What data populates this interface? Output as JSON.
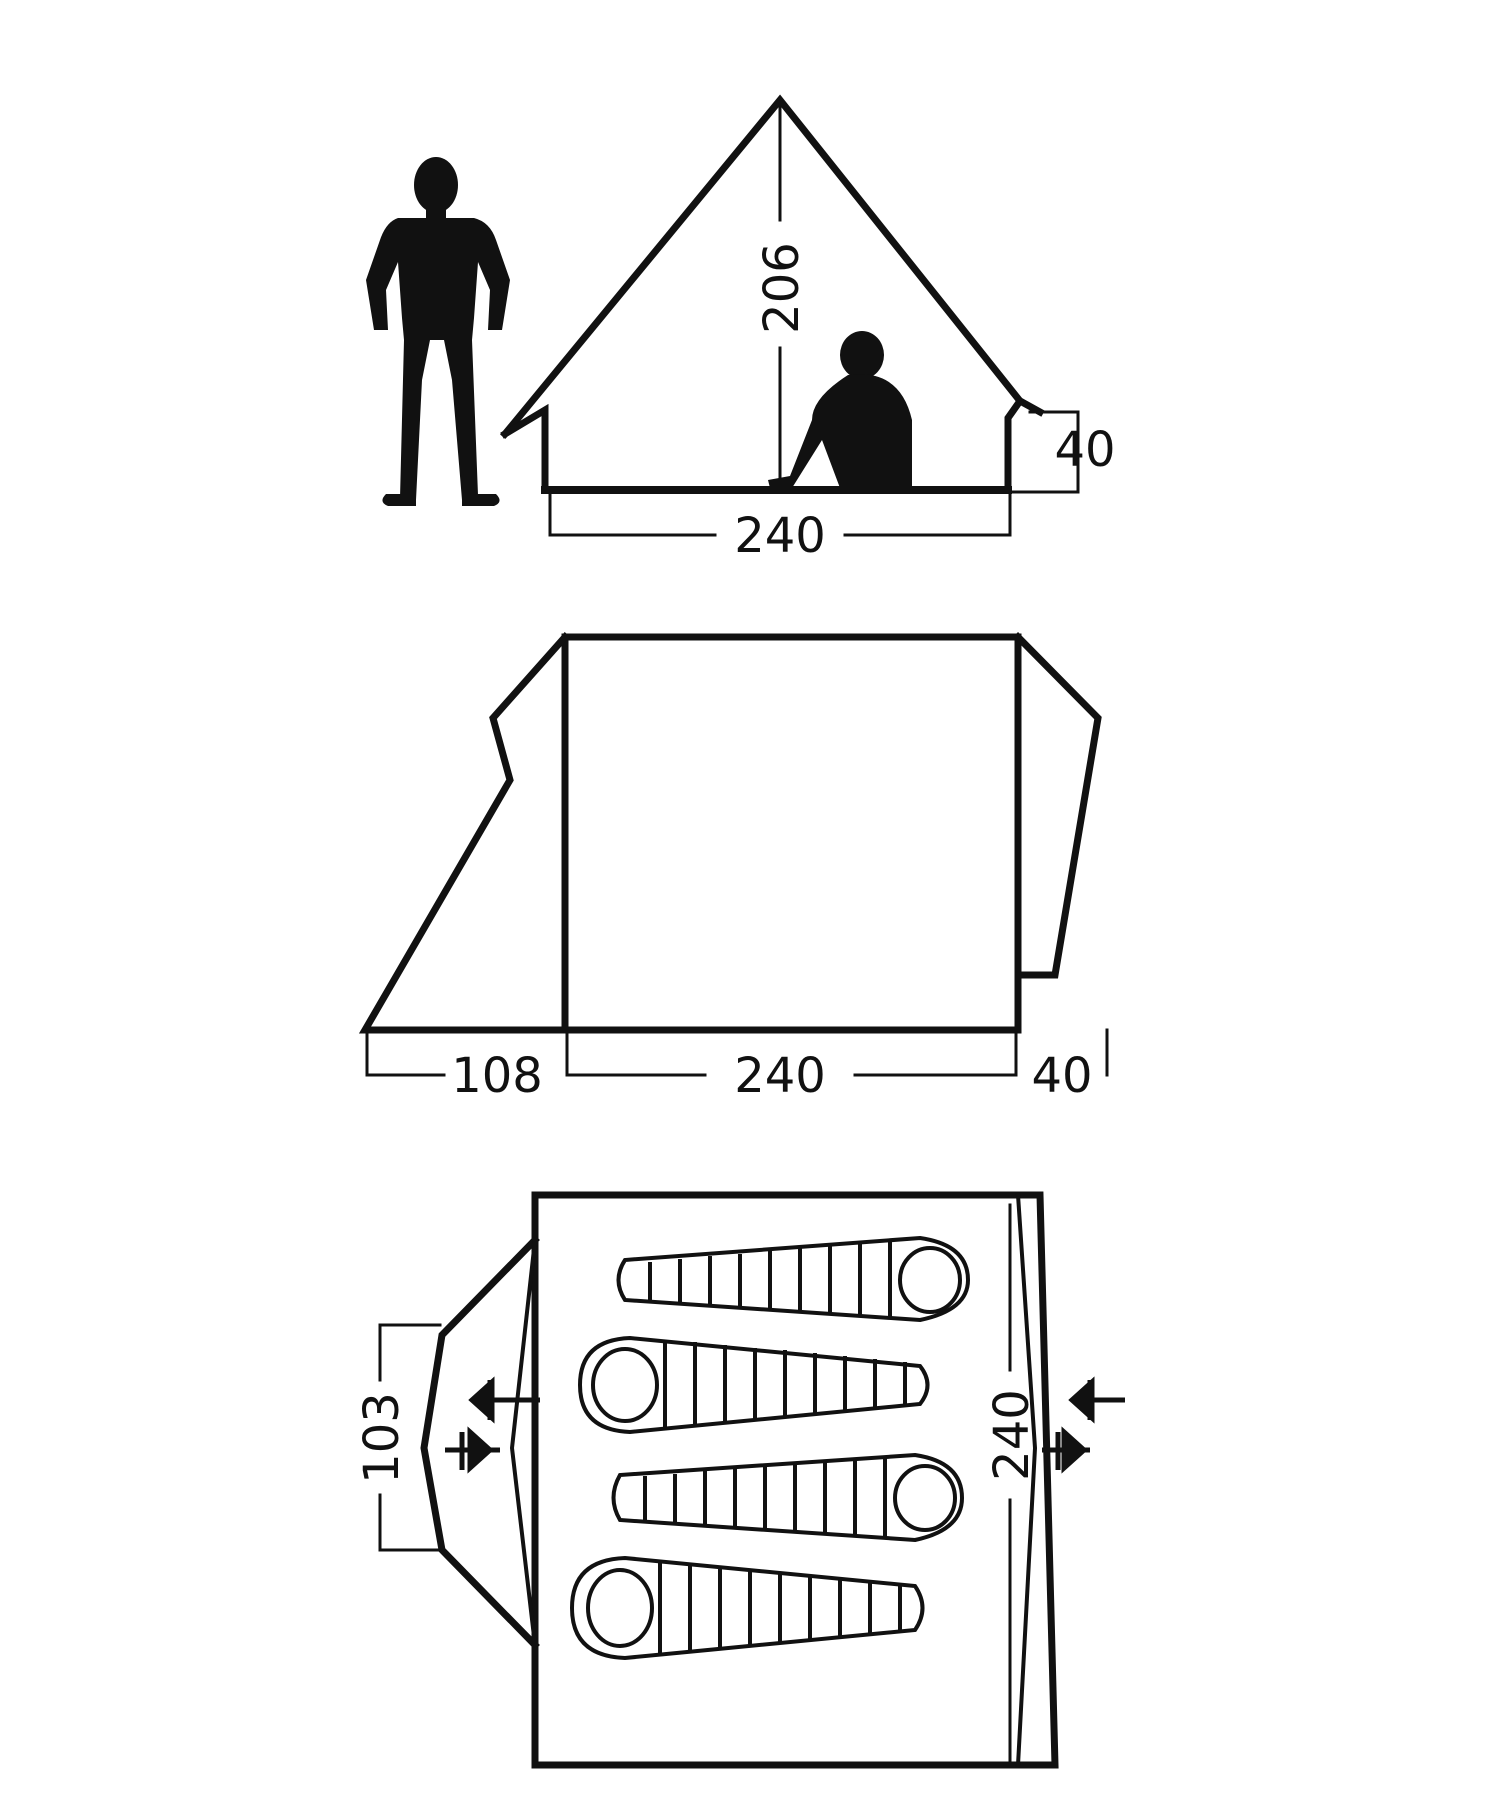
{
  "colors": {
    "ink": "#111111",
    "background": "#ffffff"
  },
  "front_view": {
    "height_label": "206",
    "width_label": "240",
    "wall_label": "40",
    "icons": [
      "standing-person-icon",
      "seated-person-icon"
    ]
  },
  "side_view": {
    "vestibule_label": "108",
    "body_label": "240",
    "rear_label": "40"
  },
  "floor_plan": {
    "vestibule_label": "103",
    "length_label": "240",
    "icons": [
      "sleeping-bag-icon",
      "door-arrow-icon"
    ]
  }
}
